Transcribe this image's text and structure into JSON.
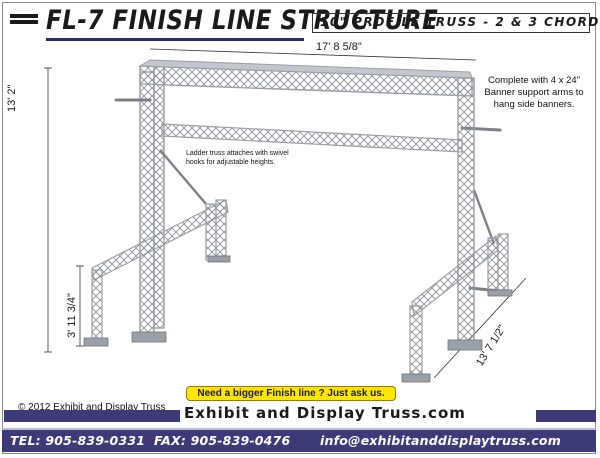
{
  "header": {
    "title": "FL-7 FINISH LINE STRUCTURE",
    "subtitle": "10\" PROFILE TRUSS - 2 & 3 CHORD"
  },
  "dimensions": {
    "width": "17' 8 5/8\"",
    "height": "13' 2\"",
    "leg_height": "3' 11 3/4\"",
    "depth": "13' 7 1/2\""
  },
  "notes": {
    "banner_arms": "Complete with 4 x 24\" Banner support arms to hang side banners.",
    "ladder_truss": "Ladder truss attaches with swivel hooks for adjustable heights."
  },
  "callout": "Need a bigger Finish line ? Just ask us.",
  "copyright": "© 2012 Exhibit and Display Truss",
  "brand": "Exhibit and Display Truss.com",
  "footer": {
    "tel": "TEL: 905-839-0331",
    "fax": "FAX: 905-839-0476",
    "email": "info@exhibitanddisplaytruss.com"
  },
  "colors": {
    "footer_bg": "#3d3a78",
    "callout_bg": "#ffe600",
    "truss": "#a8acb4"
  },
  "icons": [
    "finish-line-truss-illustration"
  ]
}
